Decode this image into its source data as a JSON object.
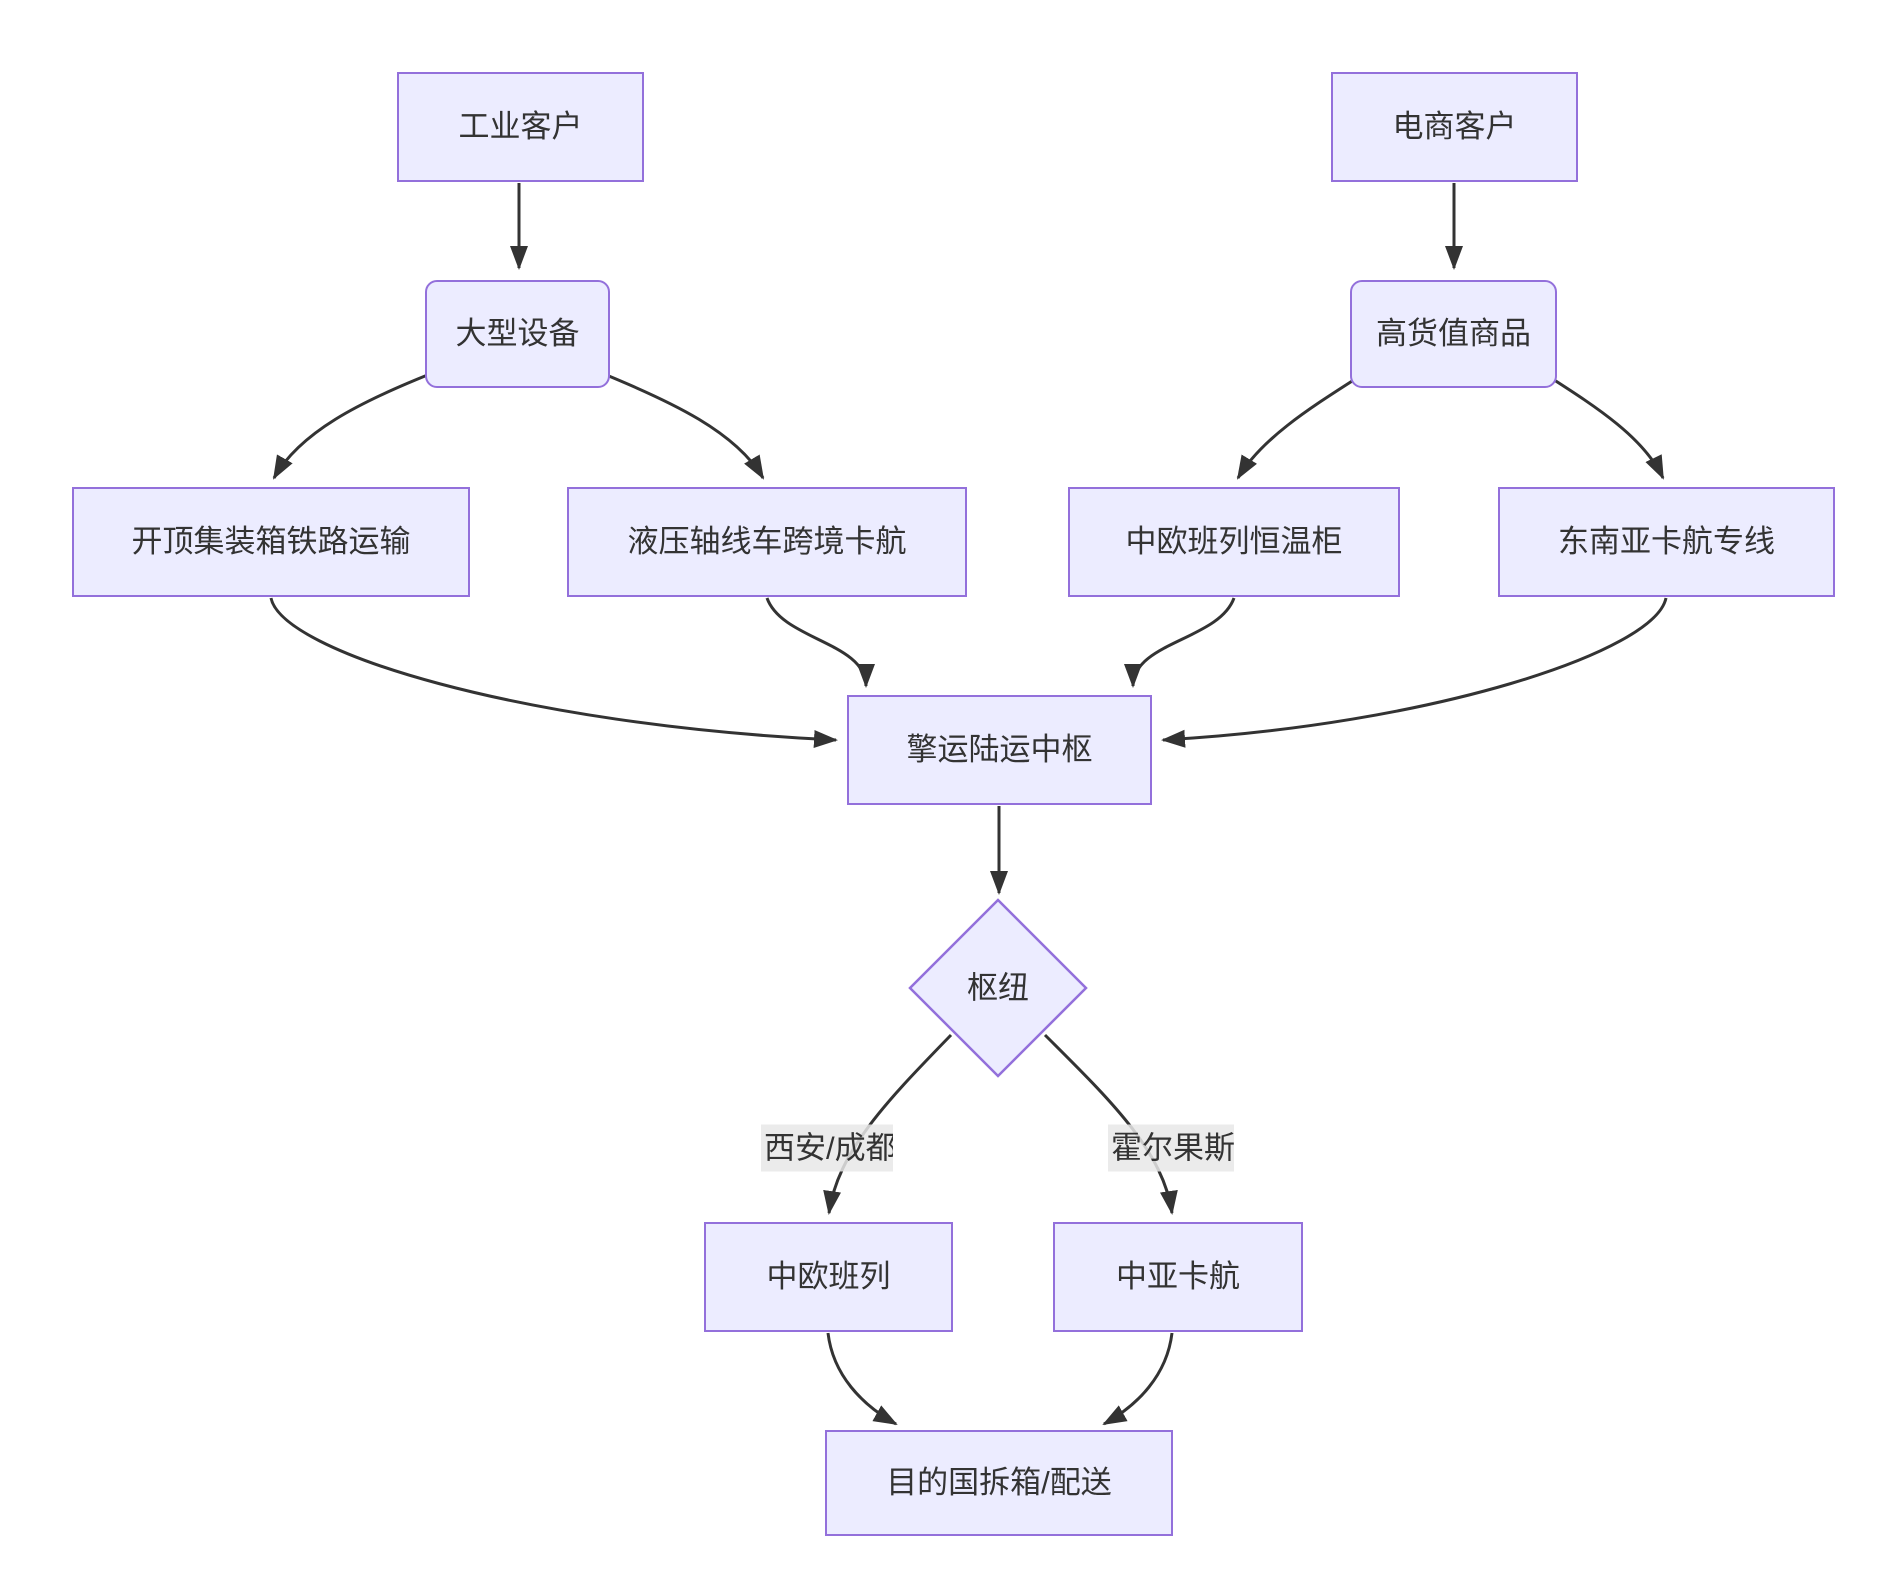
{
  "diagram": {
    "nodes": {
      "industrial": {
        "label": "工业客户"
      },
      "ecommerce": {
        "label": "电商客户"
      },
      "equipment": {
        "label": "大型设备"
      },
      "highvalue": {
        "label": "高货值商品"
      },
      "opentop_rail": {
        "label": "开顶集装箱铁路运输"
      },
      "hydraulic_truck": {
        "label": "液压轴线车跨境卡航"
      },
      "reefer_rail": {
        "label": "中欧班列恒温柜"
      },
      "se_asia_line": {
        "label": "东南亚卡航专线"
      },
      "hub": {
        "label": "擎运陆运中枢"
      },
      "hub_decision": {
        "label": "枢纽"
      },
      "ceu_rail": {
        "label": "中欧班列"
      },
      "ca_truck": {
        "label": "中亚卡航"
      },
      "destination": {
        "label": "目的国拆箱/配送"
      }
    },
    "edge_labels": {
      "xian_chengdu": "西安/成都",
      "khorgos": "霍尔果斯"
    },
    "colors": {
      "node_fill": "#ECECFF",
      "node_border": "#9370DB",
      "edge_stroke": "#333333",
      "edge_label_bg": "#e8e8e8",
      "text": "#333333"
    }
  }
}
